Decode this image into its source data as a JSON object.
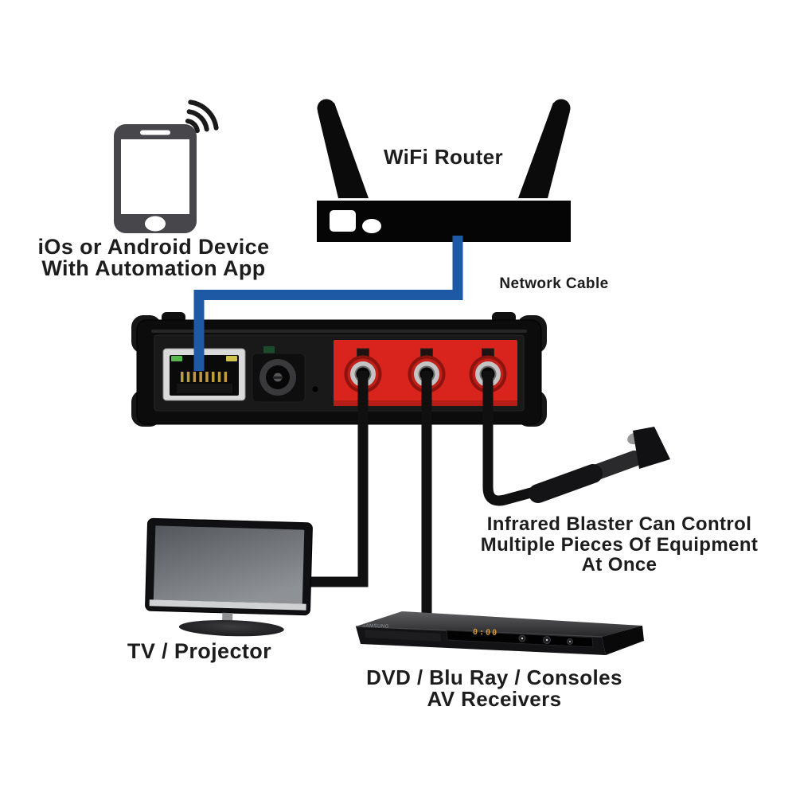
{
  "labels": {
    "device": {
      "line1": "iOs or Android Device",
      "line2": "With Automation App"
    },
    "router": "WiFi Router",
    "network_cable": "Network Cable",
    "ir_blaster": {
      "line1": "Infrared Blaster Can Control",
      "line2": "Multiple Pieces Of Equipment",
      "line3": "At Once"
    },
    "tv": "TV / Projector",
    "dvd": {
      "line1": "DVD / Blu Ray / Consoles",
      "line2": "AV Receivers"
    }
  },
  "dvd_player": {
    "brand": "SAMSUNG",
    "display": "0:00"
  },
  "colors": {
    "background": "#ffffff",
    "text": "#1d1d1d",
    "cable_blue": "#1d59a5",
    "panel_red": "#d8241d",
    "device_black": "#0c0c0c",
    "metal_silver": "#c4c4c4",
    "led_green": "#57b84c",
    "led_yellow": "#cfc34a",
    "display_orange": "#cf9b3c"
  },
  "icons": [
    "wifi-signal-icon",
    "smartphone-icon",
    "wifi-router-icon",
    "automation-hub-icon",
    "ethernet-port-icon",
    "power-jack-icon",
    "ir-jack-icon",
    "network-cable-line",
    "ir-emitter-cable",
    "ir-blaster-icon",
    "tv-icon",
    "dvd-player-icon"
  ]
}
